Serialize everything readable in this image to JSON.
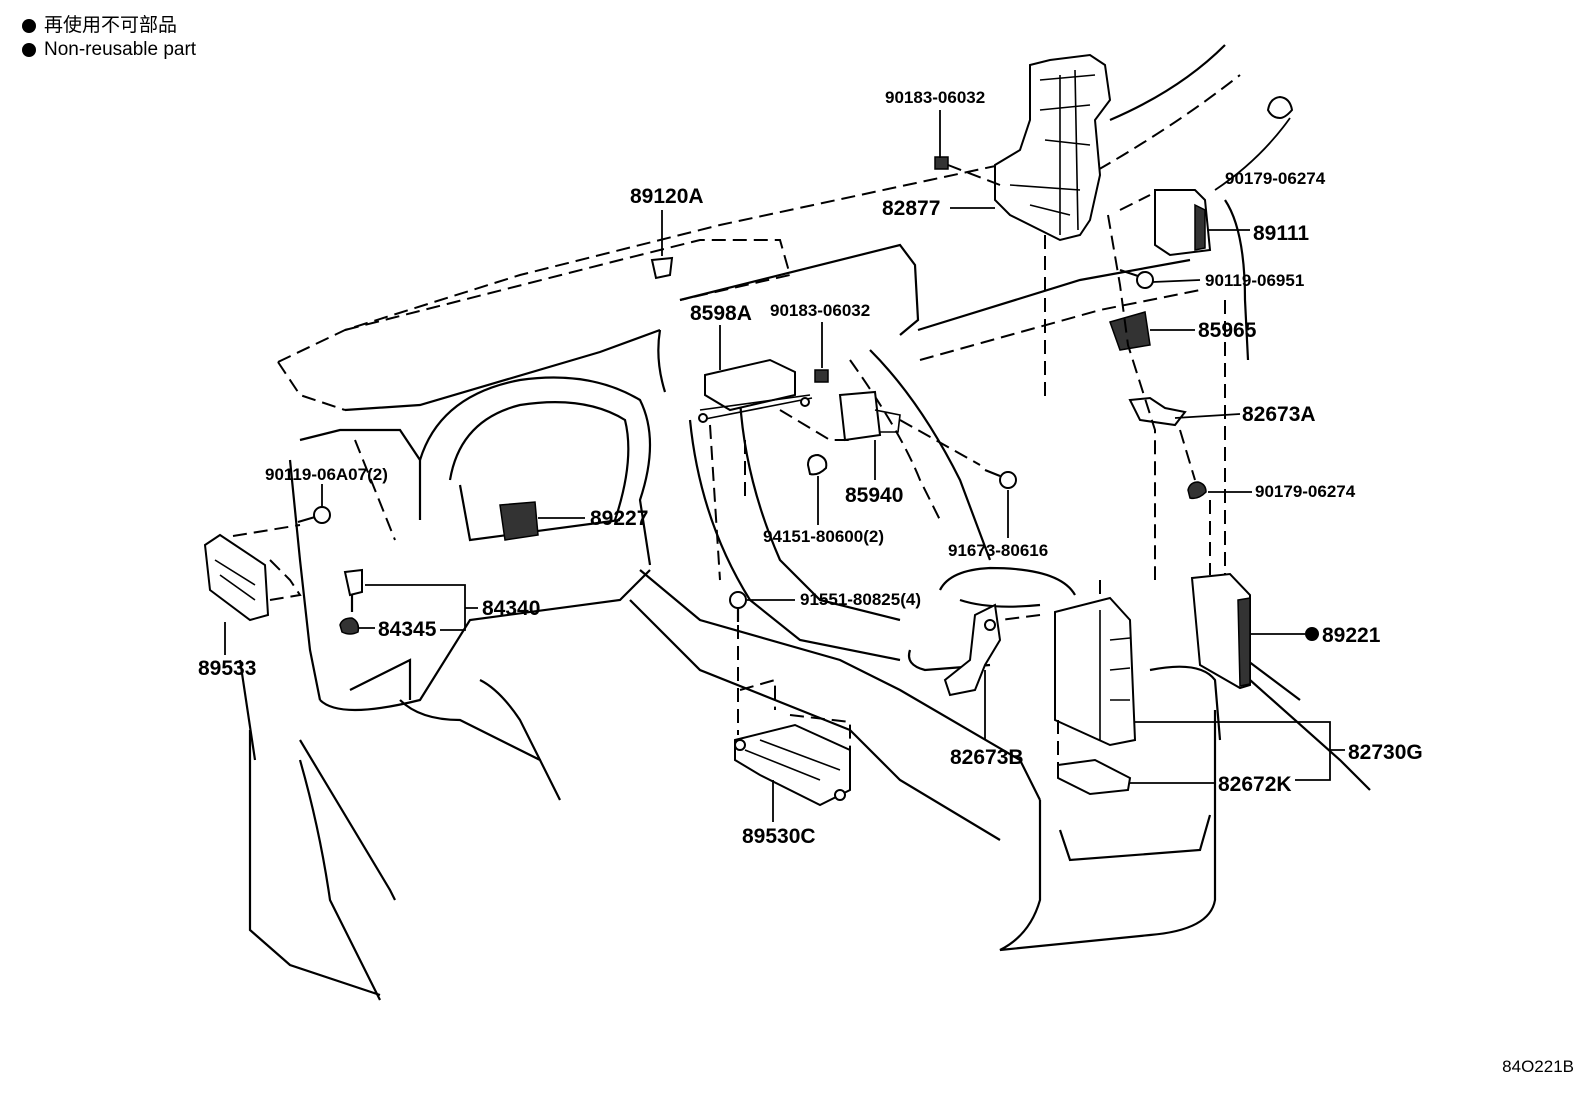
{
  "legend": {
    "japanese": "再使用不可部品",
    "english": "Non-reusable part"
  },
  "diagram_code": "84O221B",
  "labels": {
    "p90183_top": "90183-06032",
    "p82877": "82877",
    "p90179_top": "90179-06274",
    "p89111": "89111",
    "p90119_06951": "90119-06951",
    "p85965": "85965",
    "p82673A": "82673A",
    "p90179_mid": "90179-06274",
    "p89120A": "89120A",
    "p8598A": "8598A",
    "p90183_mid": "90183-06032",
    "p85940": "85940",
    "p94151": "94151-80600(2)",
    "p91673": "91673-80616",
    "p90119_06A07": "90119-06A07(2)",
    "p89227": "89227",
    "p84340": "84340",
    "p84345": "84345",
    "p89533": "89533",
    "p91551": "91551-80825(4)",
    "p89221": "89221",
    "p82673B": "82673B",
    "p82730G": "82730G",
    "p82672K": "82672K",
    "p89530C": "89530C"
  }
}
